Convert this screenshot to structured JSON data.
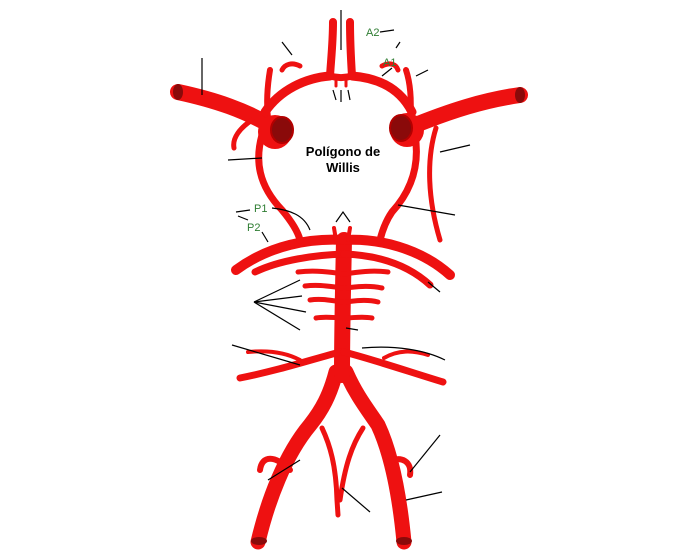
{
  "diagram": {
    "title_line1": "Polígono de",
    "title_line2": "Willis",
    "labels": {
      "a2": "A2",
      "a1": "A1",
      "p1": "P1",
      "p2": "P2"
    },
    "colors": {
      "artery": "#ee1111",
      "artery_dark": "#8a0a0a",
      "vessel_opening": "#b30000",
      "leader_line": "#000000",
      "label_text": "#2e7d32"
    }
  }
}
